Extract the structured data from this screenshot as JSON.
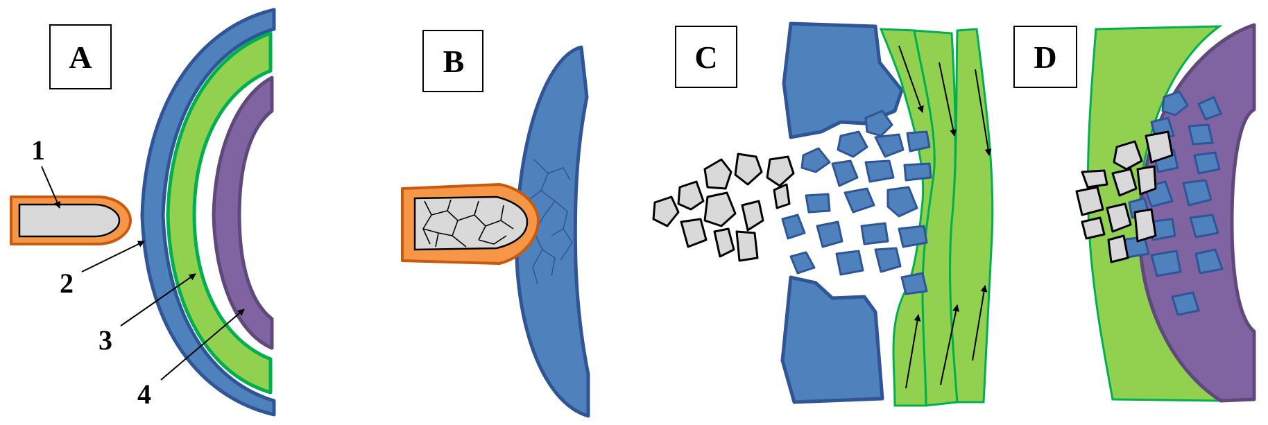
{
  "panels": [
    {
      "label": "A"
    },
    {
      "label": "B"
    },
    {
      "label": "C"
    },
    {
      "label": "D"
    }
  ],
  "callouts": [
    "1",
    "2",
    "3",
    "4"
  ],
  "colors": {
    "blue": "#4f81bd",
    "blue_dark": "#2f5597",
    "green": "#92d050",
    "green_dark": "#00b050",
    "purple": "#8064a2",
    "purple_dark": "#5f497a",
    "orange": "#f79646",
    "orange_dark": "#c55a11",
    "gray_fragment": "#d9d9d9",
    "outline": "#000000"
  },
  "icons": {
    "projectile": "bullet-icon",
    "arrow": "arrow-icon"
  }
}
